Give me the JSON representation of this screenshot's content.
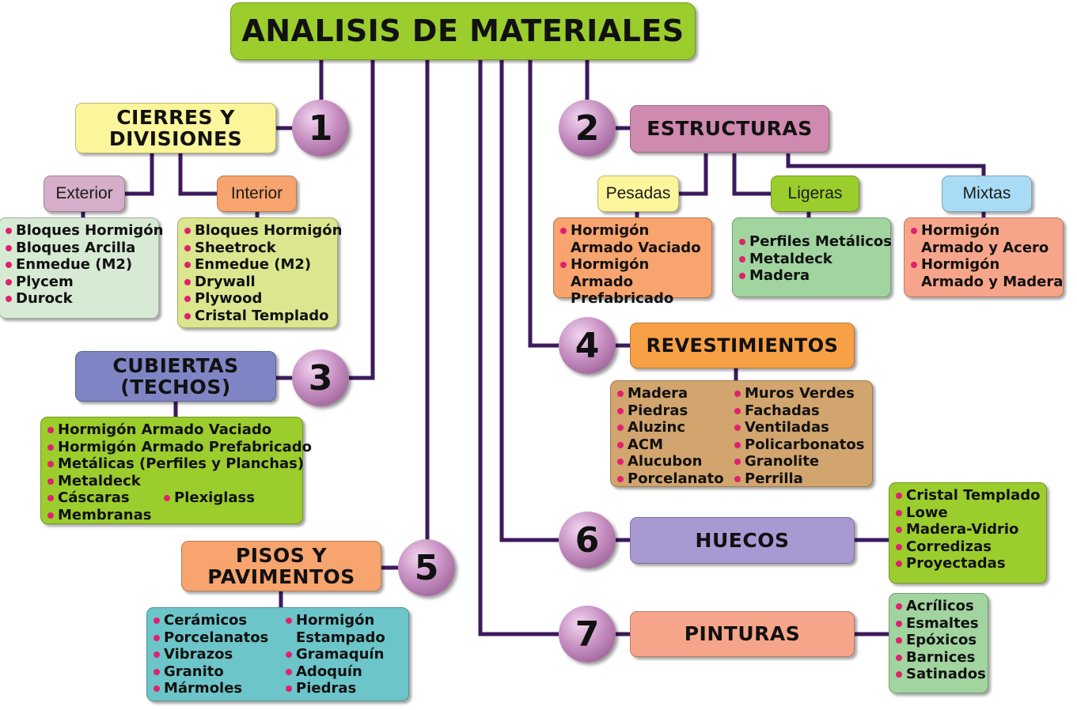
{
  "title": "ANALISIS DE MATERIALES",
  "colors": {
    "connector": "#3c1a5c",
    "bullet": "#e0216e",
    "circle": "#c68fc1"
  },
  "sections": {
    "cierres": {
      "number": "1",
      "title_line1": "CIERRES Y",
      "title_line2": "DIVISIONES",
      "exterior": {
        "label": "Exterior",
        "items": [
          "Bloques Hormigón",
          "Bloques Arcilla",
          "Enmedue (M2)",
          "Plycem",
          "Durock"
        ]
      },
      "interior": {
        "label": "Interior",
        "items": [
          "Bloques Hormigón",
          "Sheetrock",
          "Enmedue (M2)",
          "Drywall",
          "Plywood",
          "Cristal Templado"
        ]
      }
    },
    "estructuras": {
      "number": "2",
      "title": "ESTRUCTURAS",
      "pesadas": {
        "label": "Pesadas",
        "items": [
          "Hormigón Armado Vaciado",
          "Hormigón Armado Prefabricado"
        ]
      },
      "ligeras": {
        "label": "Ligeras",
        "items": [
          "Perfiles Metálicos",
          "Metaldeck",
          "Madera"
        ]
      },
      "mixtas": {
        "label": "Mixtas",
        "items": [
          "Hormigón Armado y Acero",
          "Hormigón Armado y Madera"
        ]
      }
    },
    "cubiertas": {
      "number": "3",
      "title_line1": "CUBIERTAS",
      "title_line2": "(TECHOS)",
      "items": [
        "Hormigón Armado Vaciado",
        "Hormigón Armado Prefabricado",
        "Metálicas (Perfiles y Planchas)",
        "Metaldeck",
        "Cáscaras",
        "Membranas"
      ],
      "extra_item": "Plexiglass"
    },
    "revestimientos": {
      "number": "4",
      "title": "REVESTIMIENTOS",
      "col1": [
        "Madera",
        "Piedras",
        "Aluzinc",
        "ACM",
        "Alucubon",
        "Porcelanato"
      ],
      "col2": [
        "Muros Verdes",
        "Fachadas",
        "Ventiladas",
        "Policarbonatos",
        "Granolite",
        "Perrilla"
      ]
    },
    "pisos": {
      "number": "5",
      "title_line1": "PISOS Y",
      "title_line2": "PAVIMENTOS",
      "col1": [
        "Cerámicos",
        "Porcelanatos",
        "Vibrazos",
        "Granito",
        "Mármoles"
      ],
      "col2_first": "Hormigón",
      "col2_first_cont": "Estampado",
      "col2_rest": [
        "Gramaquín",
        "Adoquín",
        "Piedras"
      ]
    },
    "huecos": {
      "number": "6",
      "title": "HUECOS",
      "items": [
        "Cristal Templado",
        "Lowe",
        "Madera-Vidrio",
        "Corredizas",
        "Proyectadas"
      ]
    },
    "pinturas": {
      "number": "7",
      "title": "PINTURAS",
      "items": [
        "Acrílicos",
        "Esmaltes",
        "Epóxicos",
        "Barnices",
        "Satinados"
      ]
    }
  }
}
